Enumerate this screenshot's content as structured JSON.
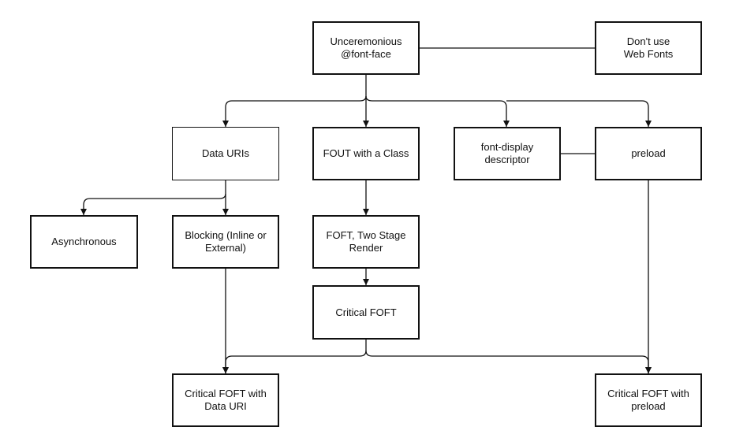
{
  "nodes": {
    "unceremonious": "Unceremonious\n@font-face",
    "dont_use": "Don't use\nWeb Fonts",
    "data_uris": "Data URIs",
    "fout_class": "FOUT with a Class",
    "font_display": "font-display\ndescriptor",
    "preload": "preload",
    "asynchronous": "Asynchronous",
    "blocking": "Blocking (Inline or\nExternal)",
    "foft_two_stage": "FOFT, Two Stage\nRender",
    "critical_foft": "Critical FOFT",
    "critical_foft_data_uri": "Critical FOFT with\nData URI",
    "critical_foft_preload": "Critical FOFT with\npreload"
  }
}
